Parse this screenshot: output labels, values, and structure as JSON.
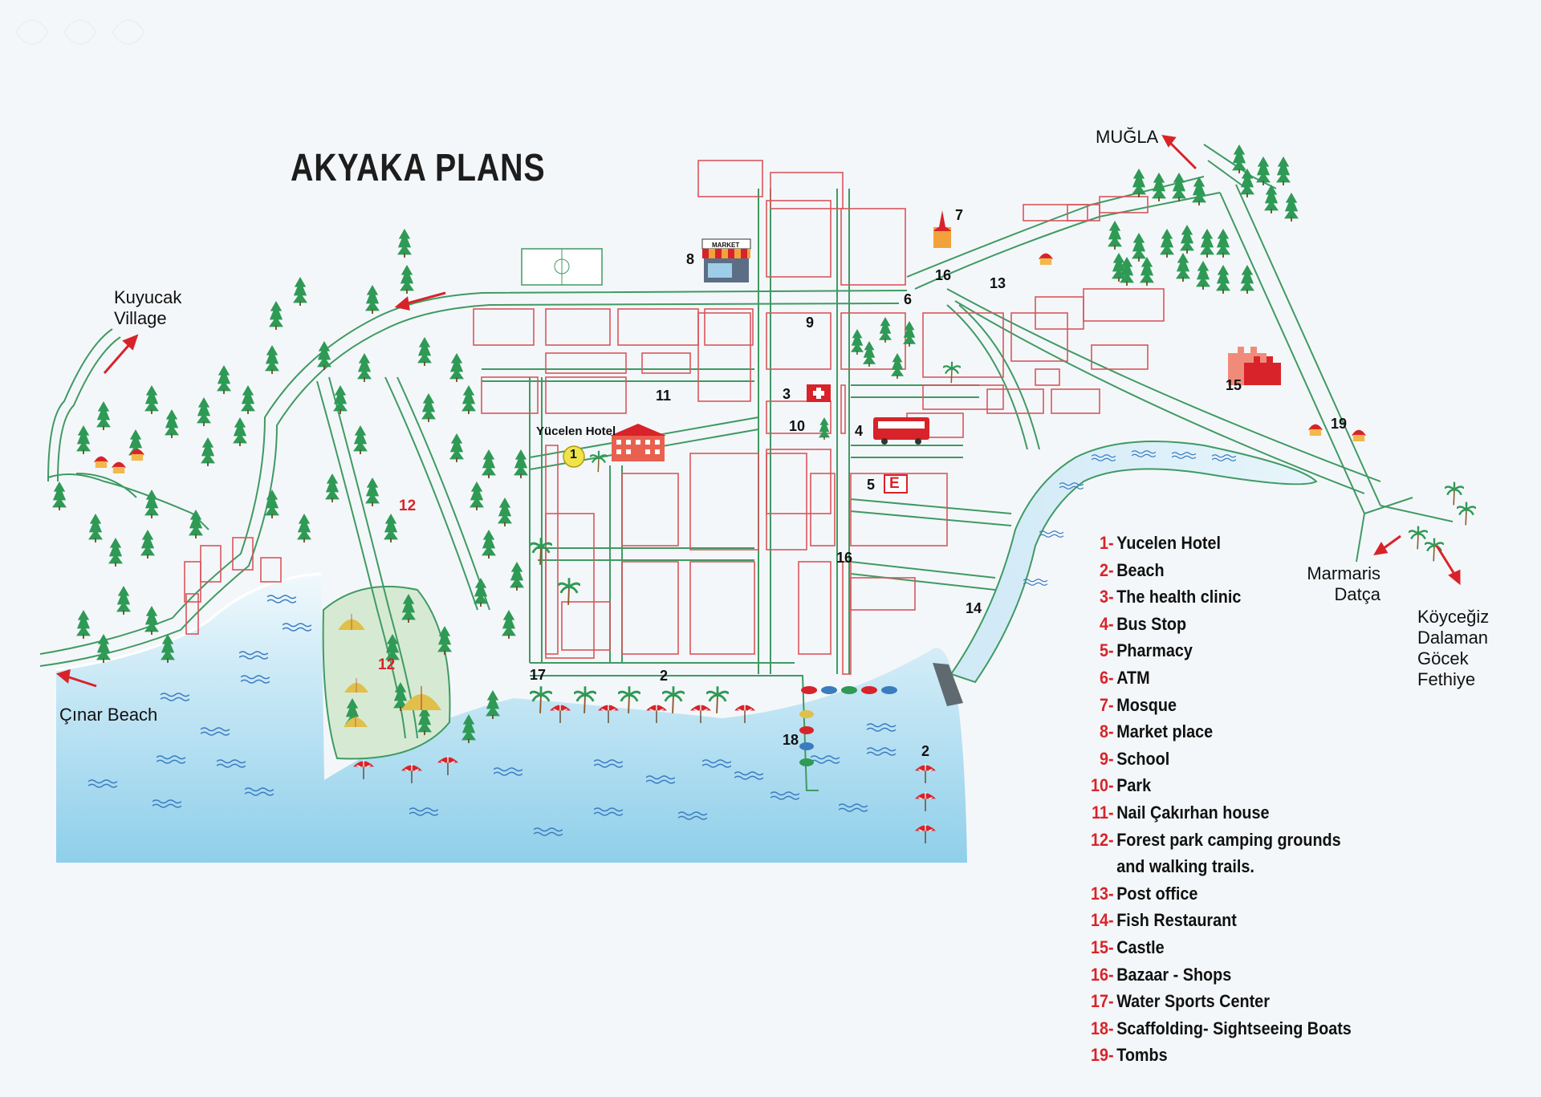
{
  "title": "AKYAKA PLANS",
  "places": {
    "mugla": "MUĞLA",
    "kuyucak": "Kuyucak\nVillage",
    "cinar": "Çınar Beach",
    "marmaris": "Marmaris\nDatça",
    "koycegiz": "Köyceğiz\nDalaman\nGöcek\nFethiye"
  },
  "hotel_label": "Yücelen Hotel",
  "market_label": "MARKET",
  "map_numbers": {
    "n1": "1",
    "n2a": "2",
    "n2b": "2",
    "n3": "3",
    "n4": "4",
    "n5": "5",
    "n6": "6",
    "n7": "7",
    "n8": "8",
    "n9": "9",
    "n10": "10",
    "n11": "11",
    "n12a": "12",
    "n12b": "12",
    "n13": "13",
    "n14": "14",
    "n15": "15",
    "n16a": "16",
    "n16b": "16",
    "n17": "17",
    "n18": "18",
    "n19": "19"
  },
  "pharmacy_sign": "E",
  "legend": [
    {
      "num": "1-",
      "label": "Yucelen Hotel"
    },
    {
      "num": "2-",
      "label": "Beach"
    },
    {
      "num": "3-",
      "label": "The health clinic"
    },
    {
      "num": "4-",
      "label": "Bus Stop"
    },
    {
      "num": "5-",
      "label": "Pharmacy"
    },
    {
      "num": "6-",
      "label": "ATM"
    },
    {
      "num": "7-",
      "label": "Mosque"
    },
    {
      "num": "8-",
      "label": "Market place"
    },
    {
      "num": "9-",
      "label": "School"
    },
    {
      "num": "10-",
      "label": "Park"
    },
    {
      "num": "11-",
      "label": "Nail Çakırhan house"
    },
    {
      "num": "12-",
      "label": "Forest park camping grounds\nand walking trails."
    },
    {
      "num": "13-",
      "label": "Post office"
    },
    {
      "num": "14-",
      "label": "Fish Restaurant"
    },
    {
      "num": "15-",
      "label": "Castle"
    },
    {
      "num": "16-",
      "label": "Bazaar - Shops"
    },
    {
      "num": "17-",
      "label": "Water Sports Center"
    },
    {
      "num": "18-",
      "label": "Scaffolding- Sightseeing Boats"
    },
    {
      "num": "19-",
      "label": "Tombs"
    }
  ],
  "colors": {
    "road": "#3f9a63",
    "building": "#d9565c",
    "sea": "#bfe3f4",
    "sea_deep": "#8fcde9",
    "tree": "#2e9a55",
    "accent": "#d8232a"
  }
}
